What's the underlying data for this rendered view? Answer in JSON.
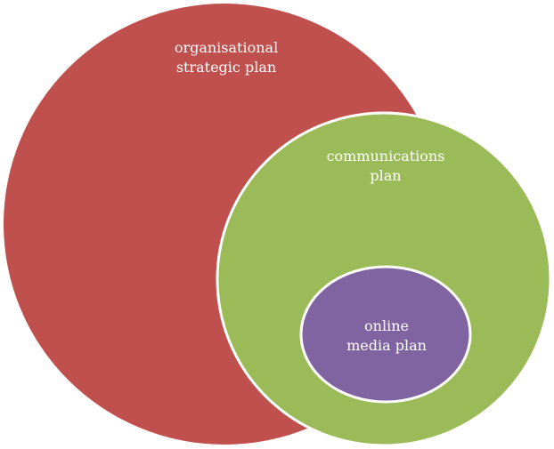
{
  "diagram": {
    "colors": {
      "outer": "#C0504D",
      "middle": "#9BBB59",
      "inner": "#8064A2",
      "stroke": "#FFFFFF"
    },
    "outer": {
      "line1": "organisational",
      "line2": "strategic plan"
    },
    "middle": {
      "line1": "communications",
      "line2": "plan"
    },
    "inner": {
      "line1": "online",
      "line2": "media plan"
    }
  }
}
